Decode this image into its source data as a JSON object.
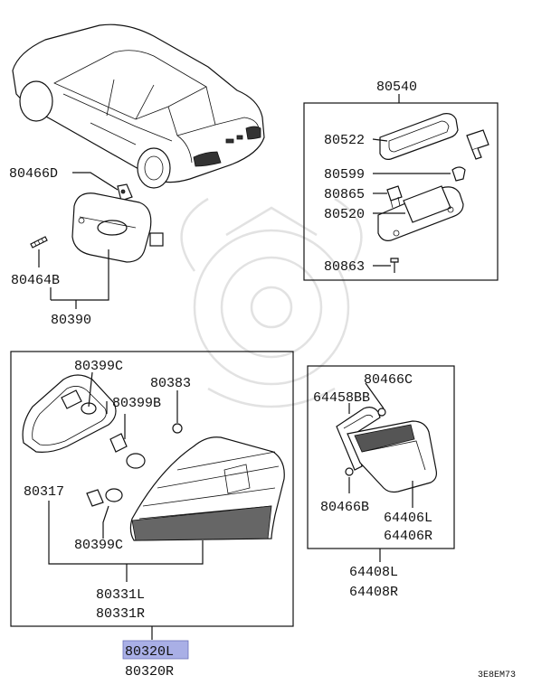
{
  "labels": {
    "p80540": "80540",
    "p80522": "80522",
    "p80599": "80599",
    "p80865": "80865",
    "p80520": "80520",
    "p80863": "80863",
    "p80466D": "80466D",
    "p80464B": "80464B",
    "p80390": "80390",
    "p80399C_top": "80399C",
    "p80383": "80383",
    "p80399B": "80399B",
    "p80317": "80317",
    "p80399C_bottom": "80399C",
    "p80331L": "80331L",
    "p80331R": "80331R",
    "p80320L": "80320L",
    "p80320R": "80320R",
    "p80466C": "80466C",
    "p64458BB": "64458BB",
    "p80466B": "80466B",
    "p64406L": "64406L",
    "p64406R": "64406R",
    "p64408L": "64408L",
    "p64408R": "64408R"
  },
  "diagram_code": "3E8EM73",
  "highlight_color": "#a9afe6"
}
